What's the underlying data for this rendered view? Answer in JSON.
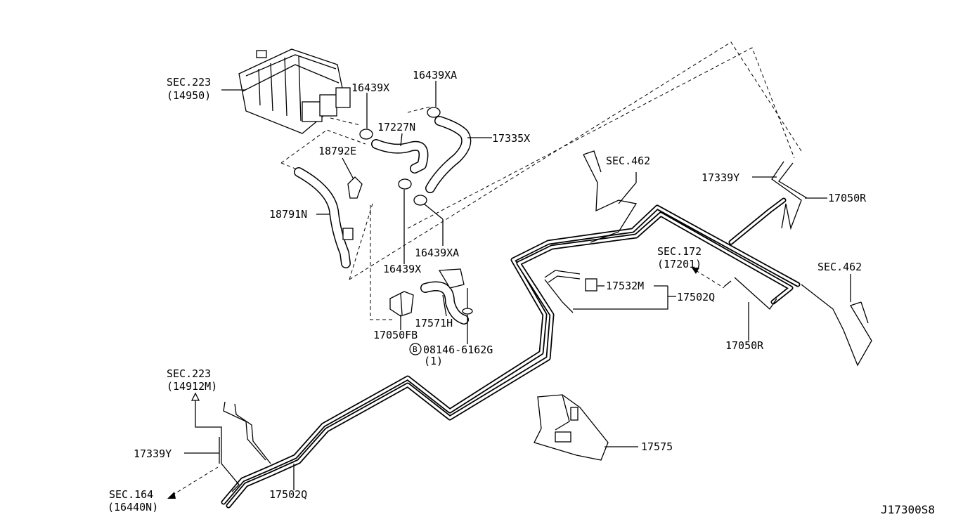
{
  "labels": {
    "sec223_top": "SEC.223",
    "sec223_top_sub": "(14950)",
    "p16439x_top": "16439X",
    "p16439xa_top": "16439XA",
    "p17227n": "17227N",
    "p17335x": "17335X",
    "p18792e": "18792E",
    "p18791n": "18791N",
    "p16439xa_bot": "16439XA",
    "p16439x_bot": "16439X",
    "p17571h": "17571H",
    "p17050fb": "17050FB",
    "bolt": "08146-6162G",
    "bolt_mark": "B",
    "bolt_qty": "(1)",
    "sec462_a": "SEC.462",
    "p17339y_top": "17339Y",
    "p17050r_top": "17050R",
    "sec172": "SEC.172",
    "sec172_sub": "(17201)",
    "sec462_b": "SEC.462",
    "p17532m": "17532M",
    "p17502q_right": "17502Q",
    "p17050r_bot": "17050R",
    "sec223_left": "SEC.223",
    "sec223_left_sub": "(14912M)",
    "p17339y_left": "17339Y",
    "sec164": "SEC.164",
    "sec164_sub": "(16440N)",
    "p17502q_bot": "17502Q",
    "p17575": "17575",
    "diagram_code": "J17300S8"
  }
}
